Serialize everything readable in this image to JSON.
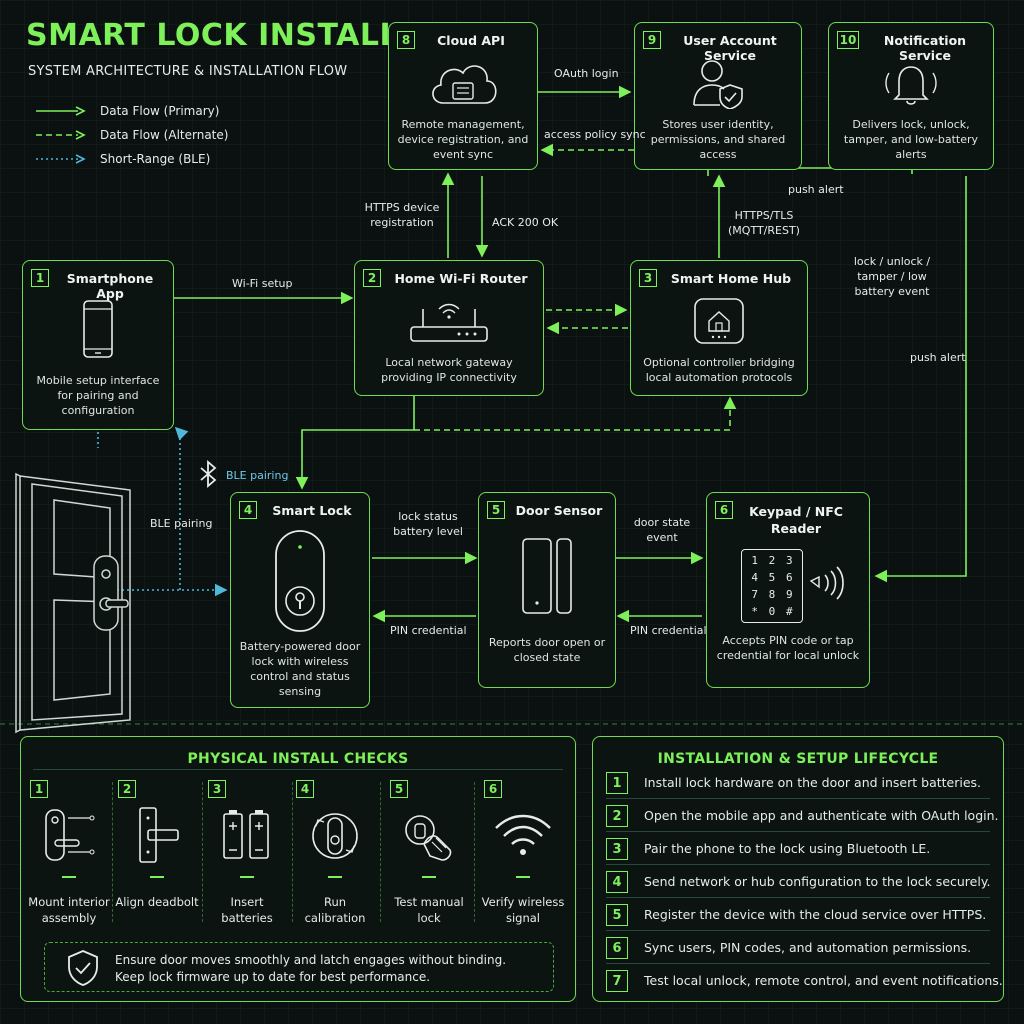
{
  "header": {
    "title": "SMART LOCK INSTALL",
    "subtitle": "SYSTEM ARCHITECTURE & INSTALLATION FLOW"
  },
  "legend": [
    {
      "label": "Data Flow (Primary)",
      "style": "solid",
      "color": "#7ef05a"
    },
    {
      "label": "Data Flow (Alternate)",
      "style": "dashed",
      "color": "#7ef05a"
    },
    {
      "label": "Short-Range (BLE)",
      "style": "dotted",
      "color": "#4fb8d8"
    }
  ],
  "nodes": {
    "smartphone": {
      "num": "1",
      "title": "Smartphone App",
      "desc": "Mobile setup interface for pairing and configuration",
      "icon": "smartphone-icon"
    },
    "router": {
      "num": "2",
      "title": "Home Wi-Fi Router",
      "desc": "Local network gateway providing IP connectivity",
      "icon": "router-icon"
    },
    "hub": {
      "num": "3",
      "title": "Smart Home Hub",
      "desc": "Optional controller bridging local automation protocols",
      "icon": "hub-icon"
    },
    "lock": {
      "num": "4",
      "title": "Smart Lock",
      "desc": "Battery-powered door lock with wireless control and status sensing",
      "icon": "lock-icon"
    },
    "sensor": {
      "num": "5",
      "title": "Door Sensor",
      "desc": "Reports door open or closed state",
      "icon": "door-sensor-icon"
    },
    "keypad": {
      "num": "6",
      "title": "Keypad / NFC Reader",
      "desc": "Accepts PIN code or tap credential for local unlock",
      "icon": "keypad-icon",
      "keys": [
        "1",
        "2",
        "3",
        "4",
        "5",
        "6",
        "7",
        "8",
        "9",
        "*",
        "0",
        "#"
      ]
    },
    "cloud": {
      "num": "8",
      "title": "Cloud API",
      "desc": "Remote management, device registration, and event sync",
      "icon": "cloud-icon"
    },
    "account": {
      "num": "9",
      "title": "User Account Service",
      "desc": "Stores user identity, permissions, and shared access",
      "icon": "user-shield-icon"
    },
    "notify": {
      "num": "10",
      "title": "Notification Service",
      "desc": "Delivers lock, unlock, tamper, and low-battery alerts",
      "icon": "bell-icon"
    }
  },
  "edge_labels": {
    "oauth": "OAuth login",
    "access_policy": "access policy sync",
    "https_registration": "HTTPS device registration",
    "ack": "ACK 200 OK",
    "https_tls": "HTTPS/TLS (MQTT/REST)",
    "push_alert_top": "push alert",
    "lock_event": "lock / unlock / tamper / low battery event",
    "push_alert_right": "push alert",
    "wifi_setup": "Wi-Fi setup",
    "ble_pairing_top": "BLE pairing",
    "ble_pairing_side": "BLE pairing",
    "lock_status": "lock status battery level",
    "pin_left": "PIN credential",
    "door_state": "door state event",
    "pin_right": "PIN credential"
  },
  "physical_checks": {
    "title": "PHYSICAL INSTALL CHECKS",
    "items": [
      {
        "num": "1",
        "label": "Mount interior assembly",
        "icon": "interior-assembly-icon"
      },
      {
        "num": "2",
        "label": "Align deadbolt",
        "icon": "deadbolt-icon"
      },
      {
        "num": "3",
        "label": "Insert batteries",
        "icon": "batteries-icon"
      },
      {
        "num": "4",
        "label": "Run calibration",
        "icon": "calibration-icon"
      },
      {
        "num": "5",
        "label": "Test manual lock",
        "icon": "hand-key-icon"
      },
      {
        "num": "6",
        "label": "Verify wireless signal",
        "icon": "wifi-signal-icon"
      }
    ],
    "note_line1": "Ensure door moves smoothly and latch engages without binding.",
    "note_line2": "Keep lock firmware up to date for best performance."
  },
  "lifecycle": {
    "title": "INSTALLATION & SETUP LIFECYCLE",
    "steps": [
      {
        "num": "1",
        "text": "Install lock hardware on the door and insert batteries."
      },
      {
        "num": "2",
        "text": "Open the mobile app and authenticate with OAuth login."
      },
      {
        "num": "3",
        "text": "Pair the phone to the lock using Bluetooth LE."
      },
      {
        "num": "4",
        "text": "Send network or hub configuration to the lock securely."
      },
      {
        "num": "5",
        "text": "Register the device with the cloud service over HTTPS."
      },
      {
        "num": "6",
        "text": "Sync users, PIN codes, and automation permissions."
      },
      {
        "num": "7",
        "text": "Test local unlock, remote control, and event notifications."
      }
    ]
  },
  "colors": {
    "accent": "#7ef05a",
    "ble": "#4fb8d8",
    "background": "#0b1110"
  }
}
